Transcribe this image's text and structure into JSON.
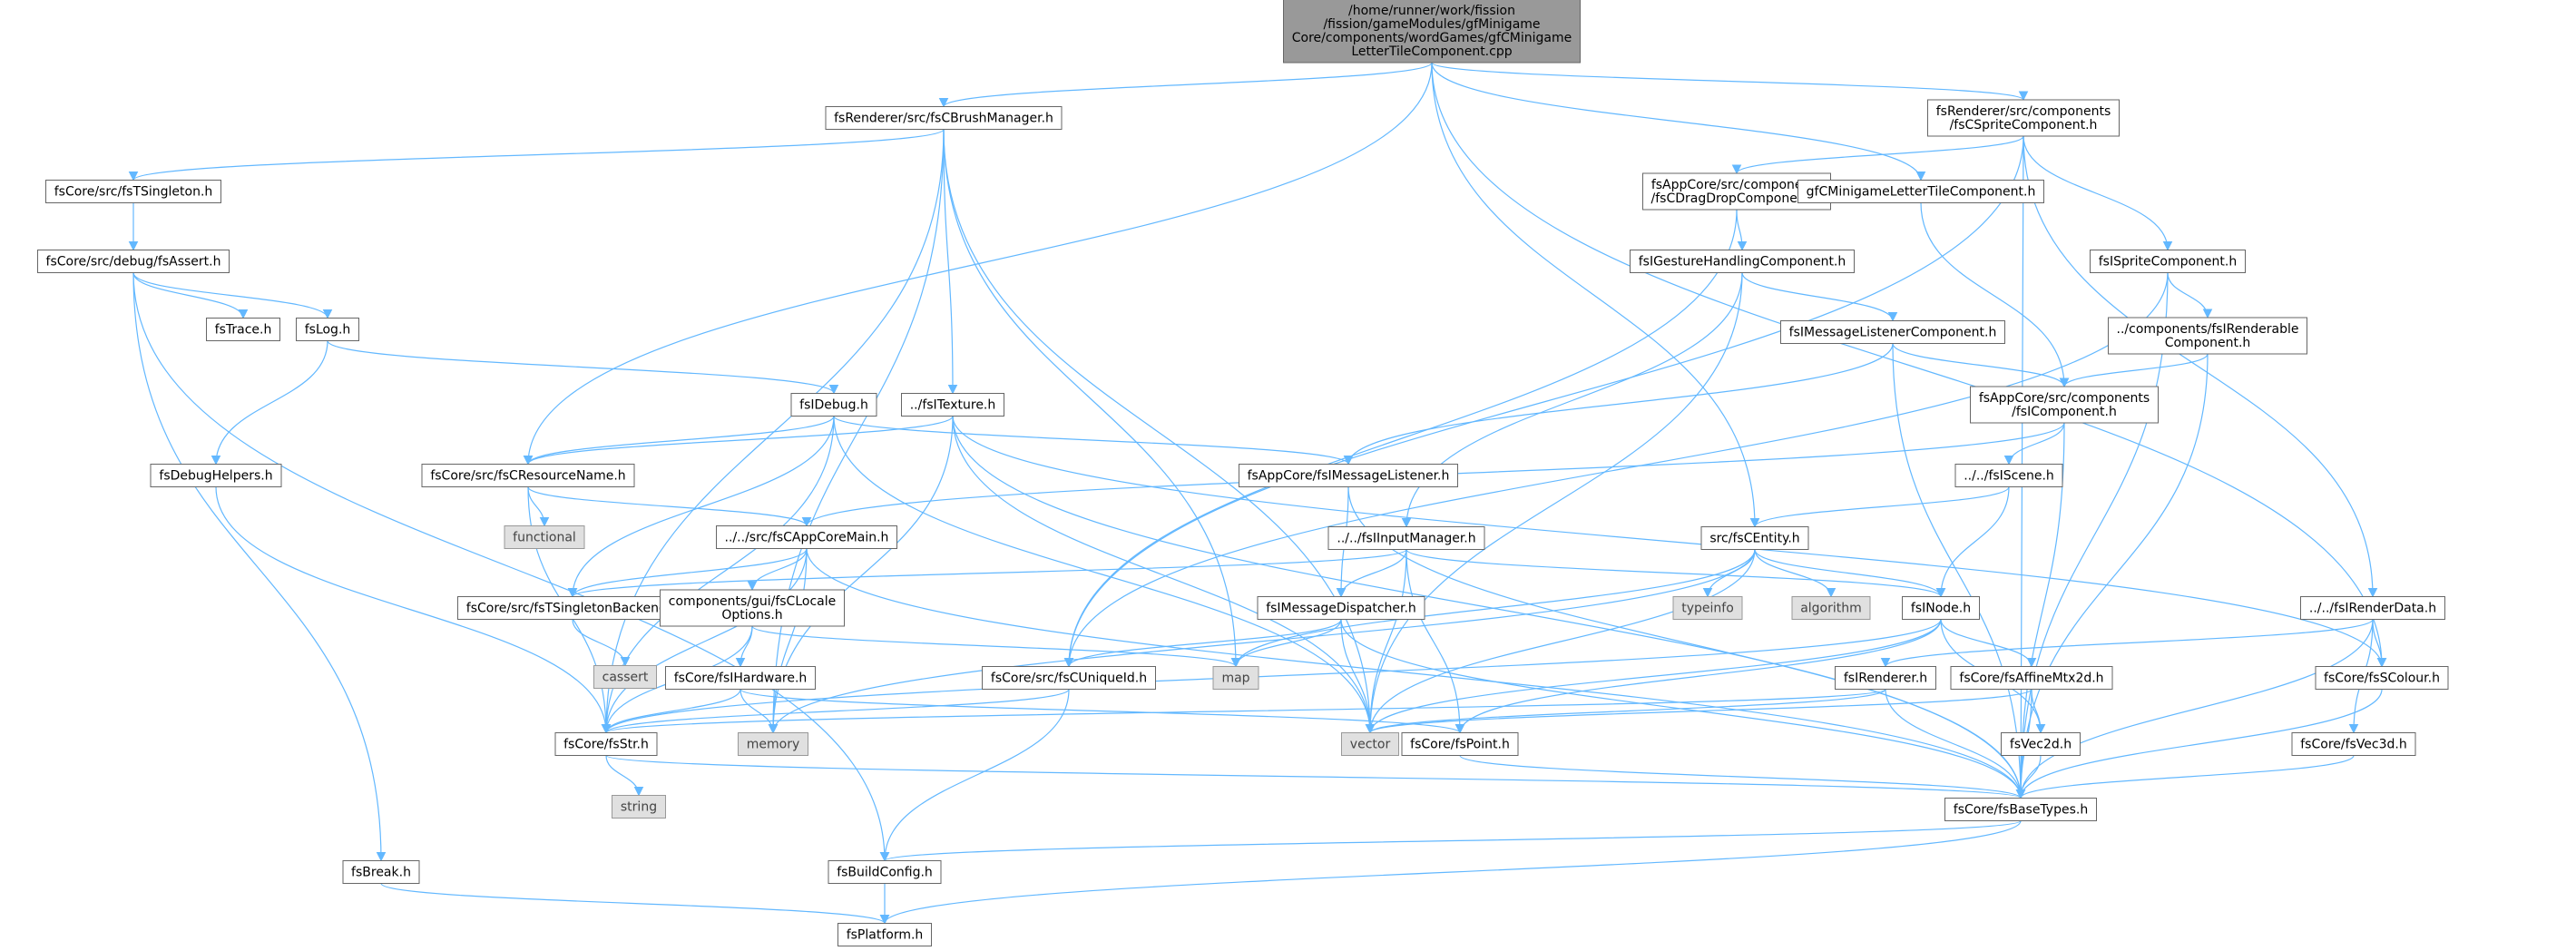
{
  "colors": {
    "edge": "#63b8ff",
    "node_border": "#666666",
    "root_fill": "#999999",
    "system_fill": "#e0e0e0"
  },
  "nodes": [
    {
      "id": "root",
      "lines": [
        "/home/runner/work/fission",
        "/fission/gameModules/gfMinigame",
        "Core/components/wordGames/gfCMinigame",
        "LetterTileComponent.cpp"
      ],
      "kind": "root"
    },
    {
      "id": "brush",
      "lines": [
        "fsRenderer/src/fsCBrushManager.h"
      ]
    },
    {
      "id": "sprite",
      "lines": [
        "fsRenderer/src/components",
        "/fsCSpriteComponent.h"
      ]
    },
    {
      "id": "tsingleton",
      "lines": [
        "fsCore/src/fsTSingleton.h"
      ]
    },
    {
      "id": "assert",
      "lines": [
        "fsCore/src/debug/fsAssert.h"
      ]
    },
    {
      "id": "trace",
      "lines": [
        "fsTrace.h"
      ]
    },
    {
      "id": "log",
      "lines": [
        "fsLog.h"
      ]
    },
    {
      "id": "debughelpers",
      "lines": [
        "fsDebugHelpers.h"
      ]
    },
    {
      "id": "idebug",
      "lines": [
        "fsIDebug.h"
      ]
    },
    {
      "id": "itexture",
      "lines": [
        "../fsITexture.h"
      ]
    },
    {
      "id": "resname",
      "lines": [
        "fsCore/src/fsCResourceName.h"
      ]
    },
    {
      "id": "functional",
      "lines": [
        "functional"
      ],
      "kind": "sys"
    },
    {
      "id": "appcoremain",
      "lines": [
        "../../src/fsCAppCoreMain.h"
      ]
    },
    {
      "id": "tsingletonbackend",
      "lines": [
        "fsCore/src/fsTSingletonBackend.h"
      ]
    },
    {
      "id": "cassert",
      "lines": [
        "cassert"
      ],
      "kind": "sys"
    },
    {
      "id": "clocale",
      "lines": [
        "components/gui/fsCLocale",
        "Options.h"
      ]
    },
    {
      "id": "ihardware",
      "lines": [
        "fsCore/fsIHardware.h"
      ]
    },
    {
      "id": "str",
      "lines": [
        "fsCore/fsStr.h"
      ]
    },
    {
      "id": "string",
      "lines": [
        "string"
      ],
      "kind": "sys"
    },
    {
      "id": "memory",
      "lines": [
        "memory"
      ],
      "kind": "sys"
    },
    {
      "id": "brk",
      "lines": [
        "fsBreak.h"
      ]
    },
    {
      "id": "buildconfig",
      "lines": [
        "fsBuildConfig.h"
      ]
    },
    {
      "id": "platform",
      "lines": [
        "fsPlatform.h"
      ]
    },
    {
      "id": "dragdrop",
      "lines": [
        "fsAppCore/src/components",
        "/fsCDragDropComponent.h"
      ]
    },
    {
      "id": "gesture",
      "lines": [
        "fsIGestureHandlingComponent.h"
      ]
    },
    {
      "id": "gfletter",
      "lines": [
        "gfCMinigameLetterTileComponent.h"
      ]
    },
    {
      "id": "ispritecomp",
      "lines": [
        "fsISpriteComponent.h"
      ]
    },
    {
      "id": "irenderablecomp",
      "lines": [
        "../components/fsIRenderable",
        "Component.h"
      ]
    },
    {
      "id": "msglistenercomp",
      "lines": [
        "fsIMessageListenerComponent.h"
      ]
    },
    {
      "id": "icomponent",
      "lines": [
        "fsAppCore/src/components",
        "/fsIComponent.h"
      ]
    },
    {
      "id": "iscene",
      "lines": [
        "../../fsIScene.h"
      ]
    },
    {
      "id": "imsglistener",
      "lines": [
        "fsAppCore/fsIMessageListener.h"
      ]
    },
    {
      "id": "iinputmanager",
      "lines": [
        "../../fsIInputManager.h"
      ]
    },
    {
      "id": "msgdispatcher",
      "lines": [
        "fsIMessageDispatcher.h"
      ]
    },
    {
      "id": "uniqueid",
      "lines": [
        "fsCore/src/fsCUniqueId.h"
      ]
    },
    {
      "id": "map",
      "lines": [
        "map"
      ],
      "kind": "sys"
    },
    {
      "id": "centity",
      "lines": [
        "src/fsCEntity.h"
      ]
    },
    {
      "id": "typeinfo",
      "lines": [
        "typeinfo"
      ],
      "kind": "sys"
    },
    {
      "id": "algorithm",
      "lines": [
        "algorithm"
      ],
      "kind": "sys"
    },
    {
      "id": "inode",
      "lines": [
        "fsINode.h"
      ]
    },
    {
      "id": "irenderer",
      "lines": [
        "fsIRenderer.h"
      ]
    },
    {
      "id": "affine",
      "lines": [
        "fsCore/fsAffineMtx2d.h"
      ]
    },
    {
      "id": "vector",
      "lines": [
        "vector"
      ],
      "kind": "sys"
    },
    {
      "id": "point",
      "lines": [
        "fsCore/fsPoint.h"
      ]
    },
    {
      "id": "vec2d",
      "lines": [
        "fsVec2d.h"
      ]
    },
    {
      "id": "irenderdata",
      "lines": [
        "../../fsIRenderData.h"
      ]
    },
    {
      "id": "scolour",
      "lines": [
        "fsCore/fsSColour.h"
      ]
    },
    {
      "id": "vec3d",
      "lines": [
        "fsCore/fsVec3d.h"
      ]
    },
    {
      "id": "basetypes",
      "lines": [
        "fsCore/fsBaseTypes.h"
      ]
    }
  ],
  "edges": [
    [
      "root",
      "brush"
    ],
    [
      "root",
      "sprite"
    ],
    [
      "root",
      "gfletter"
    ],
    [
      "root",
      "resname"
    ],
    [
      "root",
      "centity"
    ],
    [
      "root",
      "scolour"
    ],
    [
      "brush",
      "tsingleton"
    ],
    [
      "brush",
      "itexture"
    ],
    [
      "brush",
      "str"
    ],
    [
      "brush",
      "memory"
    ],
    [
      "brush",
      "map"
    ],
    [
      "brush",
      "vector"
    ],
    [
      "sprite",
      "dragdrop"
    ],
    [
      "sprite",
      "ispritecomp"
    ],
    [
      "sprite",
      "irenderdata"
    ],
    [
      "sprite",
      "uniqueid"
    ],
    [
      "sprite",
      "basetypes"
    ],
    [
      "tsingleton",
      "assert"
    ],
    [
      "assert",
      "trace"
    ],
    [
      "assert",
      "log"
    ],
    [
      "assert",
      "brk"
    ],
    [
      "assert",
      "buildconfig"
    ],
    [
      "log",
      "debughelpers"
    ],
    [
      "log",
      "idebug"
    ],
    [
      "debughelpers",
      "str"
    ],
    [
      "idebug",
      "resname"
    ],
    [
      "idebug",
      "tsingletonbackend"
    ],
    [
      "idebug",
      "imsglistener"
    ],
    [
      "idebug",
      "str"
    ],
    [
      "idebug",
      "vector"
    ],
    [
      "itexture",
      "resname"
    ],
    [
      "itexture",
      "memory"
    ],
    [
      "itexture",
      "basetypes"
    ],
    [
      "itexture",
      "scolour"
    ],
    [
      "itexture",
      "vector"
    ],
    [
      "resname",
      "functional"
    ],
    [
      "resname",
      "appcoremain"
    ],
    [
      "resname",
      "str"
    ],
    [
      "appcoremain",
      "clocale"
    ],
    [
      "appcoremain",
      "tsingletonbackend"
    ],
    [
      "appcoremain",
      "memory"
    ],
    [
      "appcoremain",
      "str"
    ],
    [
      "appcoremain",
      "basetypes"
    ],
    [
      "tsingletonbackend",
      "cassert"
    ],
    [
      "clocale",
      "ihardware"
    ],
    [
      "clocale",
      "str"
    ],
    [
      "clocale",
      "map"
    ],
    [
      "ihardware",
      "str"
    ],
    [
      "ihardware",
      "memory"
    ],
    [
      "ihardware",
      "point"
    ],
    [
      "str",
      "string"
    ],
    [
      "str",
      "basetypes"
    ],
    [
      "brk",
      "platform"
    ],
    [
      "buildconfig",
      "platform"
    ],
    [
      "dragdrop",
      "gesture"
    ],
    [
      "dragdrop",
      "uniqueid"
    ],
    [
      "gesture",
      "msglistenercomp"
    ],
    [
      "gesture",
      "iinputmanager"
    ],
    [
      "gesture",
      "vector"
    ],
    [
      "gfletter",
      "icomponent"
    ],
    [
      "ispritecomp",
      "irenderablecomp"
    ],
    [
      "ispritecomp",
      "uniqueid"
    ],
    [
      "ispritecomp",
      "basetypes"
    ],
    [
      "irenderablecomp",
      "icomponent"
    ],
    [
      "irenderablecomp",
      "basetypes"
    ],
    [
      "msglistenercomp",
      "icomponent"
    ],
    [
      "msglistenercomp",
      "imsglistener"
    ],
    [
      "msglistenercomp",
      "basetypes"
    ],
    [
      "icomponent",
      "iscene"
    ],
    [
      "icomponent",
      "appcoremain"
    ],
    [
      "icomponent",
      "basetypes"
    ],
    [
      "iscene",
      "centity"
    ],
    [
      "iscene",
      "inode"
    ],
    [
      "imsglistener",
      "msgdispatcher"
    ],
    [
      "imsglistener",
      "basetypes"
    ],
    [
      "iinputmanager",
      "msgdispatcher"
    ],
    [
      "iinputmanager",
      "inode"
    ],
    [
      "iinputmanager",
      "point"
    ],
    [
      "iinputmanager",
      "vector"
    ],
    [
      "iinputmanager",
      "tsingletonbackend"
    ],
    [
      "msgdispatcher",
      "uniqueid"
    ],
    [
      "msgdispatcher",
      "map"
    ],
    [
      "msgdispatcher",
      "vector"
    ],
    [
      "msgdispatcher",
      "basetypes"
    ],
    [
      "uniqueid",
      "str"
    ],
    [
      "uniqueid",
      "buildconfig"
    ],
    [
      "centity",
      "typeinfo"
    ],
    [
      "centity",
      "algorithm"
    ],
    [
      "centity",
      "inode"
    ],
    [
      "centity",
      "map"
    ],
    [
      "centity",
      "memory"
    ],
    [
      "centity",
      "vector"
    ],
    [
      "inode",
      "affine"
    ],
    [
      "inode",
      "vec2d"
    ],
    [
      "inode",
      "point"
    ],
    [
      "inode",
      "vector"
    ],
    [
      "inode",
      "str"
    ],
    [
      "irenderer",
      "str"
    ],
    [
      "irenderer",
      "vector"
    ],
    [
      "irenderer",
      "basetypes"
    ],
    [
      "affine",
      "vec2d"
    ],
    [
      "affine",
      "vector"
    ],
    [
      "affine",
      "basetypes"
    ],
    [
      "point",
      "basetypes"
    ],
    [
      "vec2d",
      "basetypes"
    ],
    [
      "irenderdata",
      "irenderer"
    ],
    [
      "irenderdata",
      "scolour"
    ],
    [
      "irenderdata",
      "vec3d"
    ],
    [
      "irenderdata",
      "basetypes"
    ],
    [
      "scolour",
      "basetypes"
    ],
    [
      "vec3d",
      "basetypes"
    ],
    [
      "basetypes",
      "buildconfig"
    ],
    [
      "basetypes",
      "platform"
    ]
  ]
}
